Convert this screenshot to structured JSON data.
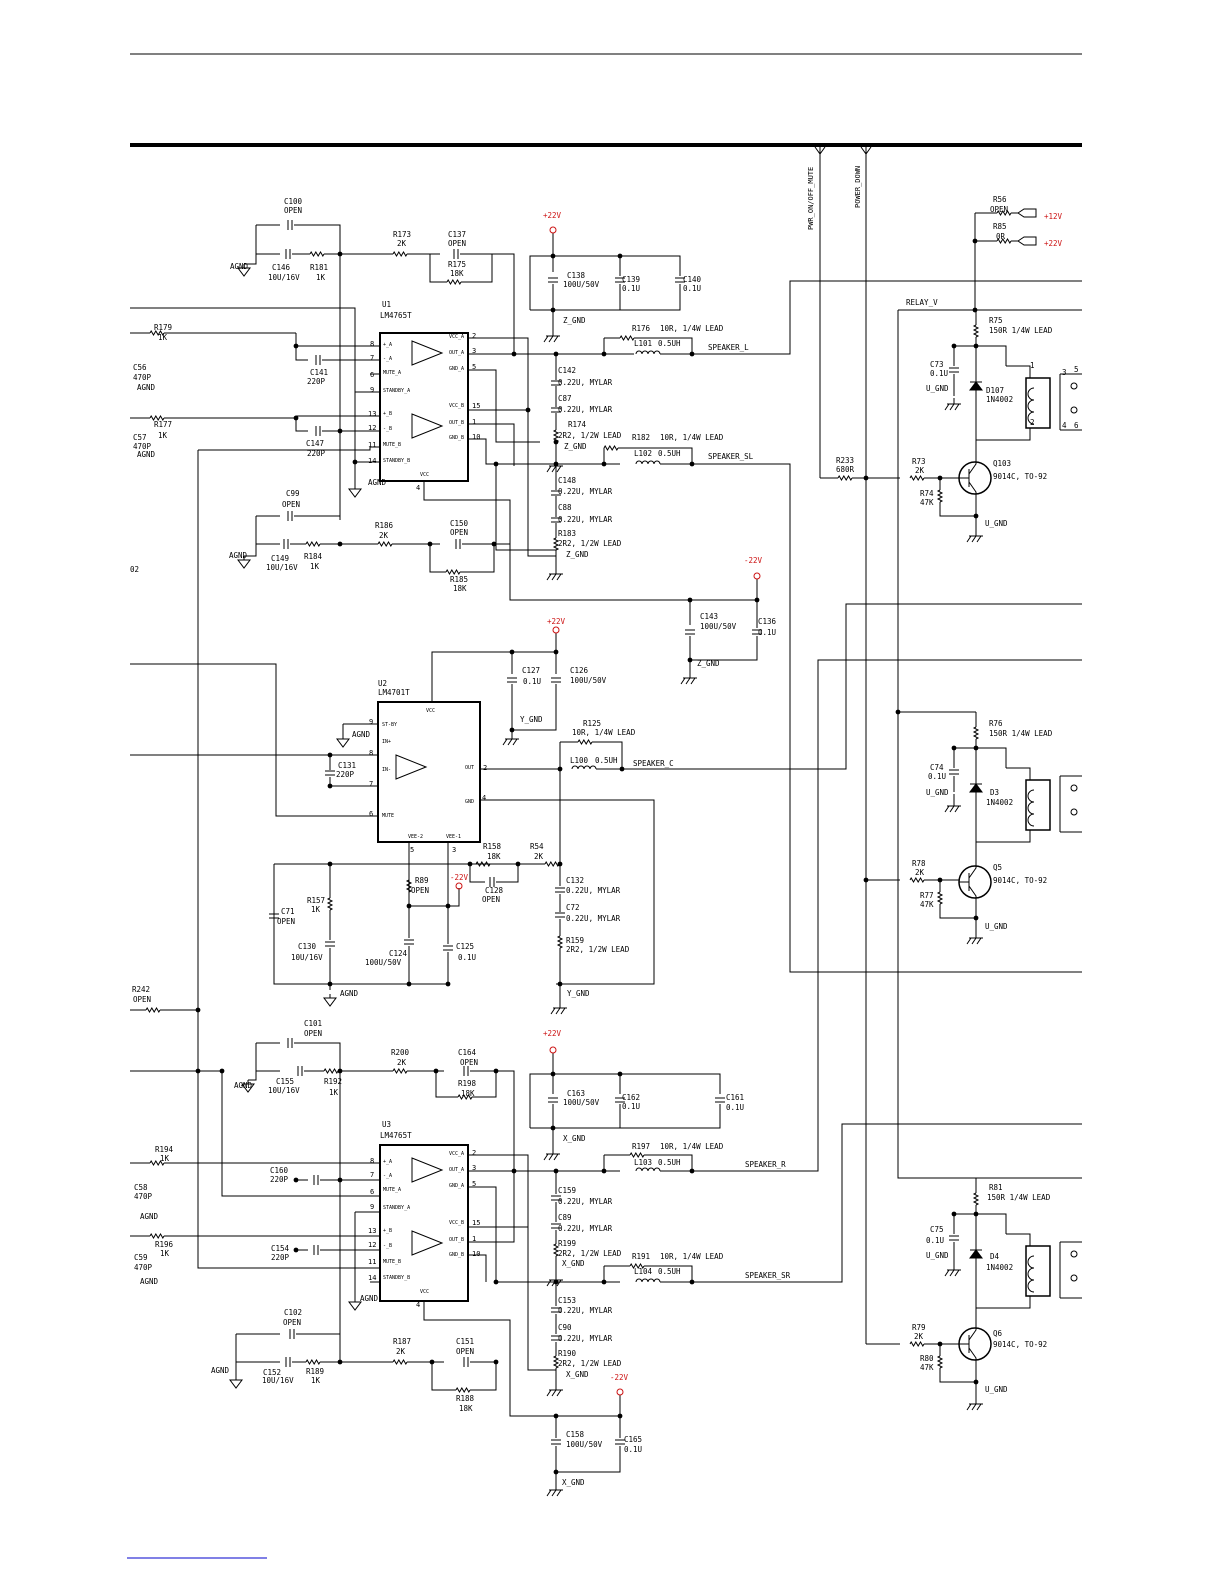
{
  "colors": {
    "line": "#000000",
    "power_label": "#cc1111",
    "background": "#ffffff"
  },
  "rails": {
    "pwr_on_off_mute": "PWR_ON/OFF_MUTE",
    "power_down": "POWER_DOWN"
  },
  "chips": {
    "u1": {
      "ref": "U1",
      "part": "LM4765T",
      "pins": [
        "+_A",
        "-_A",
        "MUTE_A",
        "STANDBY_A",
        "+_B",
        "-_B",
        "MUTE_B",
        "STANDBY_B",
        "VCC_A",
        "OUT_A",
        "GND_A",
        "VCC_B",
        "OUT_B",
        "GND_B",
        "VCC"
      ],
      "nums": [
        "8",
        "7",
        "6",
        "9",
        "13",
        "12",
        "11",
        "14",
        "2",
        "3",
        "5",
        "15",
        "1",
        "10",
        "4"
      ]
    },
    "u2": {
      "ref": "U2",
      "part": "LM4701T",
      "pins": [
        "ST-BY",
        "IN+",
        "IN-",
        "MUTE",
        "VCC",
        "OUT",
        "GND",
        "VEE-2",
        "VEE-1"
      ],
      "nums": [
        "9",
        "8",
        "7",
        "6",
        "2",
        "4",
        "5",
        "3"
      ]
    },
    "u3": {
      "ref": "U3",
      "part": "LM4765T",
      "pins": [
        "+_A",
        "-_A",
        "MUTE_A",
        "STANDBY_A",
        "+_B",
        "-_B",
        "MUTE_B",
        "STANDBY_B",
        "VCC_A",
        "OUT_A",
        "GND_A",
        "VCC_B",
        "OUT_B",
        "GND_B",
        "VCC"
      ],
      "nums": [
        "8",
        "7",
        "6",
        "9",
        "13",
        "12",
        "11",
        "14",
        "2",
        "3",
        "5",
        "15",
        "1",
        "10",
        "4"
      ]
    }
  },
  "labels": [
    {
      "id": "c100",
      "text": "C100"
    },
    {
      "id": "c100v",
      "text": "OPEN"
    },
    {
      "id": "c146",
      "text": "C146"
    },
    {
      "id": "c146v",
      "text": "10U/16V"
    },
    {
      "id": "r181",
      "text": "R181"
    },
    {
      "id": "r181v",
      "text": "1K"
    },
    {
      "id": "agnd1",
      "text": "AGND"
    },
    {
      "id": "r173",
      "text": "R173"
    },
    {
      "id": "r173v",
      "text": "2K"
    },
    {
      "id": "c137",
      "text": "C137"
    },
    {
      "id": "c137v",
      "text": "OPEN"
    },
    {
      "id": "r175",
      "text": "R175"
    },
    {
      "id": "r175v",
      "text": "18K"
    },
    {
      "id": "p22a",
      "text": "+22V",
      "red": true
    },
    {
      "id": "c138",
      "text": "C138"
    },
    {
      "id": "c138v",
      "text": "100U/50V"
    },
    {
      "id": "c139",
      "text": "C139"
    },
    {
      "id": "c139v",
      "text": "0.1U"
    },
    {
      "id": "c140",
      "text": "C140"
    },
    {
      "id": "c140v",
      "text": "0.1U"
    },
    {
      "id": "zgnd1",
      "text": "Z_GND"
    },
    {
      "id": "r179",
      "text": "R179"
    },
    {
      "id": "r179v",
      "text": "1K"
    },
    {
      "id": "c56",
      "text": "C56"
    },
    {
      "id": "c56v",
      "text": "470P"
    },
    {
      "id": "agnd2",
      "text": "AGND"
    },
    {
      "id": "c141",
      "text": "C141"
    },
    {
      "id": "c141v",
      "text": "220P"
    },
    {
      "id": "r176",
      "text": "R176"
    },
    {
      "id": "r176v",
      "text": "10R, 1/4W LEAD"
    },
    {
      "id": "l101",
      "text": "L101"
    },
    {
      "id": "l101v",
      "text": "0.5UH"
    },
    {
      "id": "spkl",
      "text": "SPEAKER_L"
    },
    {
      "id": "c142",
      "text": "C142"
    },
    {
      "id": "c142v",
      "text": "0.22U, MYLAR"
    },
    {
      "id": "c87",
      "text": "C87"
    },
    {
      "id": "c87v",
      "text": "0.22U, MYLAR"
    },
    {
      "id": "r174",
      "text": "R174"
    },
    {
      "id": "r174v",
      "text": "2R2, 1/2W LEAD"
    },
    {
      "id": "zgnd2",
      "text": "Z_GND"
    },
    {
      "id": "r177",
      "text": "R177"
    },
    {
      "id": "r177v",
      "text": "1K"
    },
    {
      "id": "c57",
      "text": "C57"
    },
    {
      "id": "c57v",
      "text": "470P"
    },
    {
      "id": "agnd3",
      "text": "AGND"
    },
    {
      "id": "c147",
      "text": "C147"
    },
    {
      "id": "c147v",
      "text": "220P"
    },
    {
      "id": "agnd4",
      "text": "AGND"
    },
    {
      "id": "r182",
      "text": "R182"
    },
    {
      "id": "r182v",
      "text": "10R, 1/4W LEAD"
    },
    {
      "id": "l102",
      "text": "L102"
    },
    {
      "id": "l102v",
      "text": "0.5UH"
    },
    {
      "id": "spksl",
      "text": "SPEAKER_SL"
    },
    {
      "id": "c148",
      "text": "C148"
    },
    {
      "id": "c148v",
      "text": "0.22U, MYLAR"
    },
    {
      "id": "c88",
      "text": "C88"
    },
    {
      "id": "c88v",
      "text": "0.22U, MYLAR"
    },
    {
      "id": "r183",
      "text": "R183"
    },
    {
      "id": "r183v",
      "text": "2R2, 1/2W LEAD"
    },
    {
      "id": "zgnd3",
      "text": "Z_GND"
    },
    {
      "id": "c99",
      "text": "C99"
    },
    {
      "id": "c99v",
      "text": "OPEN"
    },
    {
      "id": "r186",
      "text": "R186"
    },
    {
      "id": "r186v",
      "text": "2K"
    },
    {
      "id": "c150",
      "text": "C150"
    },
    {
      "id": "c150v",
      "text": "OPEN"
    },
    {
      "id": "agnd5",
      "text": "AGND"
    },
    {
      "id": "c149",
      "text": "C149"
    },
    {
      "id": "c149v",
      "text": "10U/16V"
    },
    {
      "id": "r184",
      "text": "R184"
    },
    {
      "id": "r184v",
      "text": "1K"
    },
    {
      "id": "r185",
      "text": "R185"
    },
    {
      "id": "r185v",
      "text": "18K"
    },
    {
      "id": "frag02",
      "text": "02"
    },
    {
      "id": "m22a",
      "text": "-22V",
      "red": true
    },
    {
      "id": "c143",
      "text": "C143"
    },
    {
      "id": "c143v",
      "text": "100U/50V"
    },
    {
      "id": "c136",
      "text": "C136"
    },
    {
      "id": "c136v",
      "text": "0.1U"
    },
    {
      "id": "zgnd4",
      "text": "Z_GND"
    },
    {
      "id": "p22b",
      "text": "+22V",
      "red": true
    },
    {
      "id": "c127",
      "text": "C127"
    },
    {
      "id": "c127v",
      "text": "0.1U"
    },
    {
      "id": "c126",
      "text": "C126"
    },
    {
      "id": "c126v",
      "text": "100U/50V"
    },
    {
      "id": "ygnd1",
      "text": "Y_GND"
    },
    {
      "id": "agnd6",
      "text": "AGND"
    },
    {
      "id": "c131",
      "text": "C131"
    },
    {
      "id": "c131v",
      "text": "220P"
    },
    {
      "id": "r125",
      "text": "R125"
    },
    {
      "id": "r125v",
      "text": "10R, 1/4W LEAD"
    },
    {
      "id": "l100",
      "text": "L100"
    },
    {
      "id": "l100v",
      "text": "0.5UH"
    },
    {
      "id": "spkc",
      "text": "SPEAKER_C"
    },
    {
      "id": "r158",
      "text": "R158"
    },
    {
      "id": "r158v",
      "text": "18K"
    },
    {
      "id": "r54",
      "text": "R54"
    },
    {
      "id": "r54v",
      "text": "2K"
    },
    {
      "id": "r89",
      "text": "R89"
    },
    {
      "id": "r89v",
      "text": "OPEN"
    },
    {
      "id": "m22b",
      "text": "-22V",
      "red": true
    },
    {
      "id": "c128",
      "text": "C128"
    },
    {
      "id": "c128v",
      "text": "OPEN"
    },
    {
      "id": "c132",
      "text": "C132"
    },
    {
      "id": "c132v",
      "text": "0.22U, MYLAR"
    },
    {
      "id": "c72",
      "text": "C72"
    },
    {
      "id": "c72v",
      "text": "0.22U, MYLAR"
    },
    {
      "id": "r157",
      "text": "R157"
    },
    {
      "id": "r157v",
      "text": "1K"
    },
    {
      "id": "c71",
      "text": "C71"
    },
    {
      "id": "c71v",
      "text": "OPEN"
    },
    {
      "id": "c130",
      "text": "C130"
    },
    {
      "id": "c130v",
      "text": "10U/16V"
    },
    {
      "id": "c124",
      "text": "C124"
    },
    {
      "id": "c124v",
      "text": "100U/50V"
    },
    {
      "id": "c125",
      "text": "C125"
    },
    {
      "id": "c125v",
      "text": "0.1U"
    },
    {
      "id": "r159",
      "text": "R159"
    },
    {
      "id": "r159v",
      "text": "2R2, 1/2W LEAD"
    },
    {
      "id": "agnd7",
      "text": "AGND"
    },
    {
      "id": "ygnd2",
      "text": "Y_GND"
    },
    {
      "id": "r242",
      "text": "R242"
    },
    {
      "id": "r242v",
      "text": "OPEN"
    },
    {
      "id": "c101",
      "text": "C101"
    },
    {
      "id": "c101v",
      "text": "OPEN"
    },
    {
      "id": "r200",
      "text": "R200"
    },
    {
      "id": "r200v",
      "text": "2K"
    },
    {
      "id": "c164",
      "text": "C164"
    },
    {
      "id": "c164v",
      "text": "OPEN"
    },
    {
      "id": "r198",
      "text": "R198"
    },
    {
      "id": "r198v",
      "text": "18K"
    },
    {
      "id": "agnd8",
      "text": "AGND"
    },
    {
      "id": "c155",
      "text": "C155"
    },
    {
      "id": "c155v",
      "text": "10U/16V"
    },
    {
      "id": "r192",
      "text": "R192"
    },
    {
      "id": "r192v",
      "text": "1K"
    },
    {
      "id": "p22c",
      "text": "+22V",
      "red": true
    },
    {
      "id": "c163",
      "text": "C163"
    },
    {
      "id": "c163v",
      "text": "100U/50V"
    },
    {
      "id": "c162",
      "text": "C162"
    },
    {
      "id": "c162v",
      "text": "0.1U"
    },
    {
      "id": "c161",
      "text": "C161"
    },
    {
      "id": "c161v",
      "text": "0.1U"
    },
    {
      "id": "xgnd1",
      "text": "X_GND"
    },
    {
      "id": "r194",
      "text": "R194"
    },
    {
      "id": "r194v",
      "text": "1K"
    },
    {
      "id": "c160",
      "text": "C160"
    },
    {
      "id": "c160v",
      "text": "220P"
    },
    {
      "id": "c58",
      "text": "C58"
    },
    {
      "id": "c58v",
      "text": "470P"
    },
    {
      "id": "agnd9",
      "text": "AGND"
    },
    {
      "id": "r197",
      "text": "R197"
    },
    {
      "id": "r197v",
      "text": "10R, 1/4W LEAD"
    },
    {
      "id": "l103",
      "text": "L103"
    },
    {
      "id": "l103v",
      "text": "0.5UH"
    },
    {
      "id": "spkr",
      "text": "SPEAKER_R"
    },
    {
      "id": "c159",
      "text": "C159"
    },
    {
      "id": "c159v",
      "text": "0.22U, MYLAR"
    },
    {
      "id": "c89",
      "text": "C89"
    },
    {
      "id": "c89v",
      "text": "0.22U, MYLAR"
    },
    {
      "id": "r199",
      "text": "R199"
    },
    {
      "id": "r199v",
      "text": "2R2, 1/2W LEAD"
    },
    {
      "id": "xgnd2",
      "text": "X_GND"
    },
    {
      "id": "r196",
      "text": "R196"
    },
    {
      "id": "r196v",
      "text": "1K"
    },
    {
      "id": "c154",
      "text": "C154"
    },
    {
      "id": "c154v",
      "text": "220P"
    },
    {
      "id": "c59",
      "text": "C59"
    },
    {
      "id": "c59v",
      "text": "470P"
    },
    {
      "id": "agnd10",
      "text": "AGND"
    },
    {
      "id": "agnd11",
      "text": "AGND"
    },
    {
      "id": "r191",
      "text": "R191"
    },
    {
      "id": "r191v",
      "text": "10R, 1/4W LEAD"
    },
    {
      "id": "l104",
      "text": "L104"
    },
    {
      "id": "l104v",
      "text": "0.5UH"
    },
    {
      "id": "spksr",
      "text": "SPEAKER_SR"
    },
    {
      "id": "c153",
      "text": "C153"
    },
    {
      "id": "c153v",
      "text": "0.22U, MYLAR"
    },
    {
      "id": "c90",
      "text": "C90"
    },
    {
      "id": "c90v",
      "text": "0.22U, MYLAR"
    },
    {
      "id": "r190",
      "text": "R190"
    },
    {
      "id": "r190v",
      "text": "2R2, 1/2W LEAD"
    },
    {
      "id": "xgnd3",
      "text": "X_GND"
    },
    {
      "id": "c102",
      "text": "C102"
    },
    {
      "id": "c102v",
      "text": "OPEN"
    },
    {
      "id": "r187",
      "text": "R187"
    },
    {
      "id": "r187v",
      "text": "2K"
    },
    {
      "id": "c151",
      "text": "C151"
    },
    {
      "id": "c151v",
      "text": "OPEN"
    },
    {
      "id": "agnd12",
      "text": "AGND"
    },
    {
      "id": "c152",
      "text": "C152"
    },
    {
      "id": "c152v",
      "text": "10U/16V"
    },
    {
      "id": "r189",
      "text": "R189"
    },
    {
      "id": "r189v",
      "text": "1K"
    },
    {
      "id": "r188",
      "text": "R188"
    },
    {
      "id": "r188v",
      "text": "18K"
    },
    {
      "id": "m22c",
      "text": "-22V",
      "red": true
    },
    {
      "id": "c158",
      "text": "C158"
    },
    {
      "id": "c158v",
      "text": "100U/50V"
    },
    {
      "id": "c165",
      "text": "C165"
    },
    {
      "id": "c165v",
      "text": "0.1U"
    },
    {
      "id": "xgnd4",
      "text": "X_GND"
    },
    {
      "id": "r56",
      "text": "R56"
    },
    {
      "id": "r56v",
      "text": "OPEN"
    },
    {
      "id": "p12",
      "text": "+12V",
      "red": true
    },
    {
      "id": "r85",
      "text": "R85"
    },
    {
      "id": "r85v",
      "text": "0R"
    },
    {
      "id": "p22d",
      "text": "+22V",
      "red": true
    },
    {
      "id": "relayv",
      "text": "RELAY_V"
    },
    {
      "id": "r75",
      "text": "R75"
    },
    {
      "id": "r75v",
      "text": "150R 1/4W LEAD"
    },
    {
      "id": "c73",
      "text": "C73"
    },
    {
      "id": "c73v",
      "text": "0.1U"
    },
    {
      "id": "ugnd1",
      "text": "U_GND"
    },
    {
      "id": "d107",
      "text": "D107"
    },
    {
      "id": "d107v",
      "text": "1N4002"
    },
    {
      "id": "r233",
      "text": "R233"
    },
    {
      "id": "r233v",
      "text": "680R"
    },
    {
      "id": "r73",
      "text": "R73"
    },
    {
      "id": "r73v",
      "text": "2K"
    },
    {
      "id": "q103",
      "text": "Q103"
    },
    {
      "id": "q103v",
      "text": "9014C, TO-92"
    },
    {
      "id": "r74",
      "text": "R74"
    },
    {
      "id": "r74v",
      "text": "47K"
    },
    {
      "id": "ugnd2",
      "text": "U_GND"
    },
    {
      "id": "r76",
      "text": "R76"
    },
    {
      "id": "r76v",
      "text": "150R 1/4W LEAD"
    },
    {
      "id": "c74",
      "text": "C74"
    },
    {
      "id": "c74v",
      "text": "0.1U"
    },
    {
      "id": "ugnd3",
      "text": "U_GND"
    },
    {
      "id": "d3",
      "text": "D3"
    },
    {
      "id": "d3v",
      "text": "1N4002"
    },
    {
      "id": "r78",
      "text": "R78"
    },
    {
      "id": "r78v",
      "text": "2K"
    },
    {
      "id": "q5",
      "text": "Q5"
    },
    {
      "id": "q5v",
      "text": "9014C, TO-92"
    },
    {
      "id": "r77",
      "text": "R77"
    },
    {
      "id": "r77v",
      "text": "47K"
    },
    {
      "id": "ugnd4",
      "text": "U_GND"
    },
    {
      "id": "r81",
      "text": "R81"
    },
    {
      "id": "r81v",
      "text": "150R 1/4W LEAD"
    },
    {
      "id": "c75",
      "text": "C75"
    },
    {
      "id": "c75v",
      "text": "0.1U"
    },
    {
      "id": "ugnd5",
      "text": "U_GND"
    },
    {
      "id": "d4",
      "text": "D4"
    },
    {
      "id": "d4v",
      "text": "1N4002"
    },
    {
      "id": "r79",
      "text": "R79"
    },
    {
      "id": "r79v",
      "text": "2K"
    },
    {
      "id": "q6",
      "text": "Q6"
    },
    {
      "id": "q6v",
      "text": "9014C, TO-92"
    },
    {
      "id": "r80",
      "text": "R80"
    },
    {
      "id": "r80v",
      "text": "47K"
    },
    {
      "id": "ugnd6",
      "text": "U_GND"
    },
    {
      "id": "relaypins",
      "text": "1"
    },
    {
      "id": "rp3",
      "text": "3"
    },
    {
      "id": "rp2",
      "text": "2"
    },
    {
      "id": "rp4",
      "text": "4"
    },
    {
      "id": "rp5",
      "text": "5"
    },
    {
      "id": "rp6",
      "text": "6"
    }
  ]
}
